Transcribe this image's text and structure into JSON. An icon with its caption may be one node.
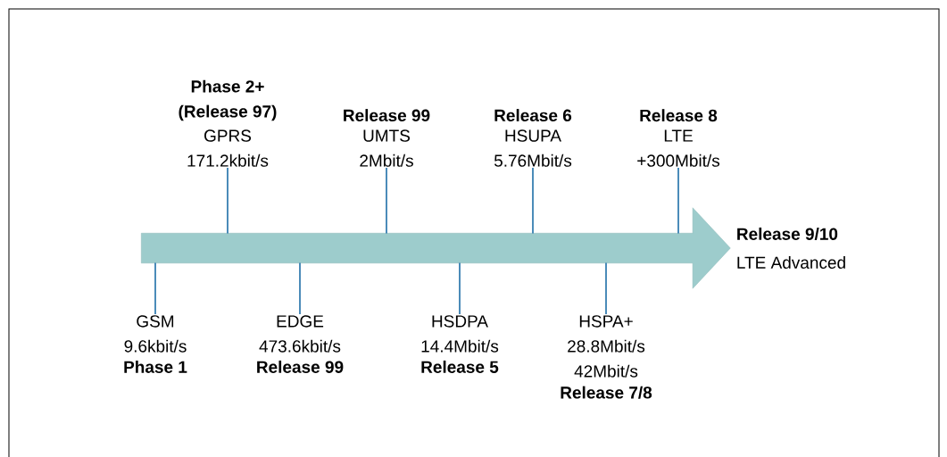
{
  "diagram": {
    "nodes": [
      {
        "text": [
          "Phase 2+ (Release 97)",
          "GPRS 171.2kbit/s"
        ]
      },
      {
        "text": [
          "Release 99",
          "UMTS 2Mbit/s"
        ]
      },
      {
        "text": [
          "Release 6",
          "HSUPA 5.76Mbit/s"
        ]
      },
      {
        "text": [
          "Release 8",
          "LTE +300Mbit/s"
        ]
      },
      {
        "text": [],
        "shape": "arrow",
        "beside": [
          "Release 9/10",
          "LTE Advanced"
        ]
      },
      {
        "text": [
          "GSM 9.6kbit/s",
          "Phase 1"
        ]
      },
      {
        "text": [
          "EDGE 473.6kbit/s",
          "Release 99"
        ]
      },
      {
        "text": [
          "HSDPA 14.4Mbit/s",
          "Release 5"
        ]
      },
      {
        "text": [
          "HSPA+ 28.8Mbit/s 42Mbit/s",
          "Release 7/8"
        ]
      }
    ],
    "edges": [
      {
        "from": 0,
        "to": 4,
        "arrow": "none"
      },
      {
        "from": 1,
        "to": 4,
        "arrow": "none"
      },
      {
        "from": 2,
        "to": 4,
        "arrow": "none"
      },
      {
        "from": 3,
        "to": 4,
        "arrow": "none"
      },
      {
        "from": 5,
        "to": 4,
        "arrow": "none"
      },
      {
        "from": 6,
        "to": 4,
        "arrow": "none"
      },
      {
        "from": 7,
        "to": 4,
        "arrow": "none"
      },
      {
        "from": 8,
        "to": 4,
        "arrow": "none"
      }
    ]
  }
}
